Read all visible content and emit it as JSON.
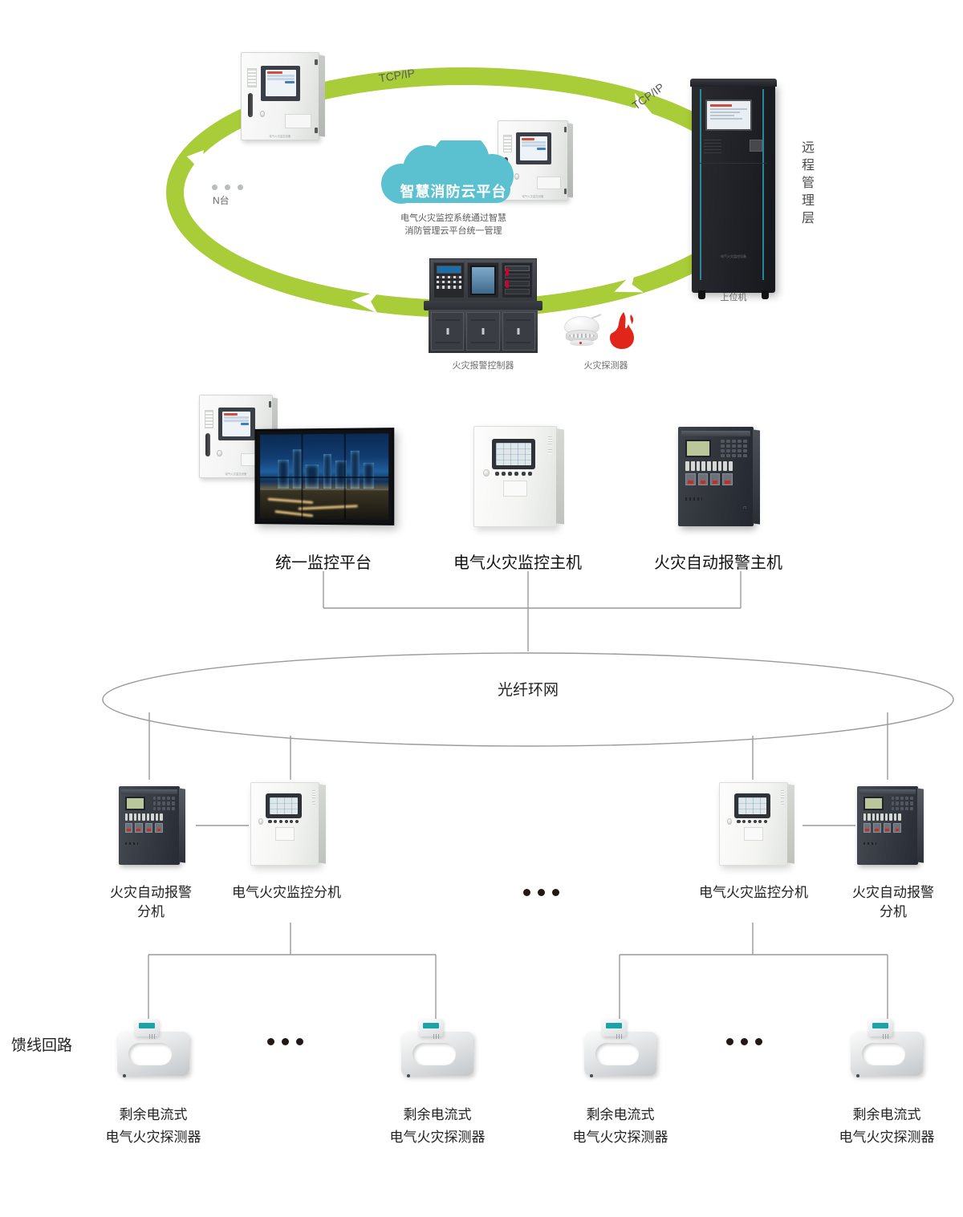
{
  "diagram": {
    "title_vertical_right": "远程管理层",
    "cloud": {
      "name": "智慧消防云平台",
      "description_line1": "电气火灾监控系统通过智慧",
      "description_line2": "消防管理云平台统一管理",
      "color": "#5BC0CF"
    },
    "ring": {
      "color": "#A9CC39",
      "protocol_label_1": "TCP/IP",
      "protocol_label_2": "TCP/IP",
      "n_units_label": "N台"
    },
    "top_nodes": [
      {
        "name": "electrical-fire-monitoring-equipment",
        "caption": ""
      },
      {
        "name": "electrical-fire-monitoring-equipment",
        "caption": ""
      },
      {
        "name": "electrical-fire-monitoring-equipment",
        "caption": ""
      }
    ],
    "host_computer_caption": "上位机",
    "fire_alarm_controller_caption": "火灾报警控制器",
    "fire_detector_caption": "火灾探测器",
    "mid_layer": [
      {
        "caption": "统一监控平台",
        "device": "video-wall"
      },
      {
        "caption": "电气火灾监控主机",
        "device": "white-host-cabinet"
      },
      {
        "caption": "火灾自动报警主机",
        "device": "dark-host-cabinet"
      }
    ],
    "ring_network": {
      "label": "光纤环网"
    },
    "branch_left": [
      {
        "caption_line1": "火灾自动报警",
        "caption_line2": "分机",
        "device": "dark-sub-panel"
      },
      {
        "caption_line1": "电气火灾监控分机",
        "caption_line2": "",
        "device": "white-sub-panel"
      }
    ],
    "branch_right": [
      {
        "caption_line1": "电气火灾监控分机",
        "caption_line2": "",
        "device": "white-sub-panel"
      },
      {
        "caption_line1": "火灾自动报警",
        "caption_line2": "分机",
        "device": "dark-sub-panel"
      }
    ],
    "ellipsis_middle": "• • •",
    "feeder_label": "馈线回路",
    "detectors": [
      {
        "caption_line1": "剩余电流式",
        "caption_line2": "电气火灾探测器"
      },
      {
        "caption_line1": "剩余电流式",
        "caption_line2": "电气火灾探测器"
      },
      {
        "caption_line1": "剩余电流式",
        "caption_line2": "电气火灾探测器"
      },
      {
        "caption_line1": "剩余电流式",
        "caption_line2": "电气火灾探测器"
      }
    ],
    "device_nameplate": {
      "cn": "电气火灾监控设备",
      "en": "Electrical fire monitoring equipment"
    },
    "line_color": "#9a9a9a"
  }
}
